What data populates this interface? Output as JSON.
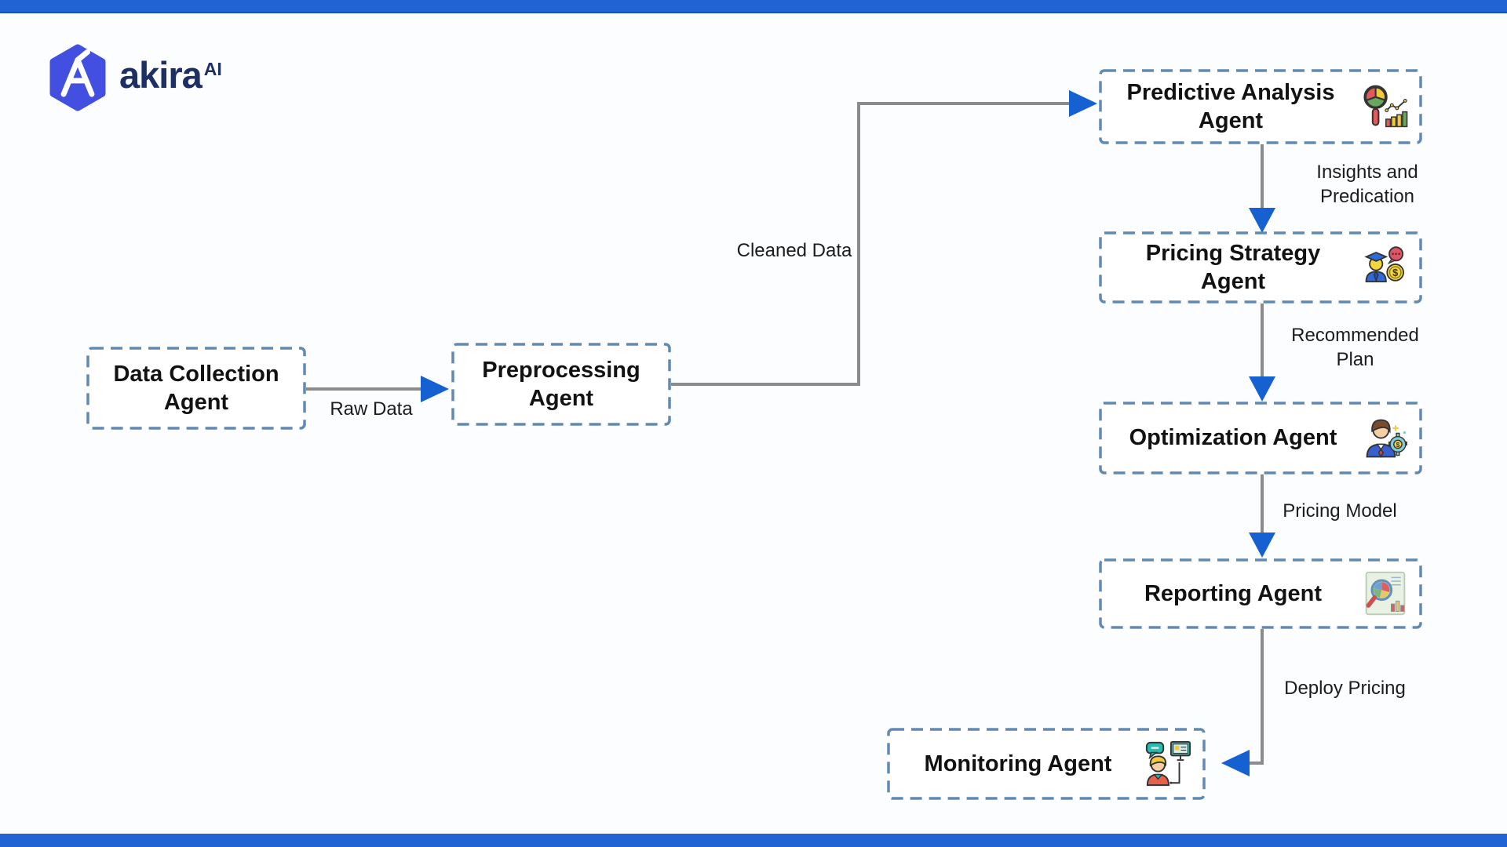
{
  "brand": {
    "name": "akira",
    "superscript": "AI",
    "logo_icon": "hexagon-a-logo"
  },
  "nodes": [
    {
      "id": "data-collection",
      "label": "Data Collection Agent"
    },
    {
      "id": "preprocessing",
      "label": "Preprocessing Agent"
    },
    {
      "id": "predictive-analysis",
      "label": "Predictive Analysis Agent",
      "icon": "magnifier-pie-chart-icon"
    },
    {
      "id": "pricing-strategy",
      "label": "Pricing Strategy Agent",
      "icon": "person-coin-chat-icon"
    },
    {
      "id": "optimization",
      "label": "Optimization Agent",
      "icon": "businessman-gear-icon"
    },
    {
      "id": "reporting",
      "label": "Reporting Agent",
      "icon": "report-magnifier-icon"
    },
    {
      "id": "monitoring",
      "label": "Monitoring Agent",
      "icon": "person-monitor-chat-icon"
    }
  ],
  "edges": [
    {
      "from": "data-collection",
      "to": "preprocessing",
      "label": "Raw Data"
    },
    {
      "from": "preprocessing",
      "to": "predictive-analysis",
      "label": "Cleaned Data"
    },
    {
      "from": "predictive-analysis",
      "to": "pricing-strategy",
      "label": "Insights and Predication"
    },
    {
      "from": "pricing-strategy",
      "to": "optimization",
      "label": "Recommended Plan"
    },
    {
      "from": "optimization",
      "to": "reporting",
      "label": "Pricing Model"
    },
    {
      "from": "reporting",
      "to": "monitoring",
      "label": "Deploy Pricing"
    }
  ],
  "icon_glyphs": {
    "currency_symbol": "$"
  },
  "colors": {
    "bar_blue": "#2263d4",
    "arrow_blue": "#1661d1",
    "dash_border": "#6289b3",
    "connector_gray": "#8b8b8b",
    "logo_blue": "#434fe0",
    "brand_navy": "#1e2f63"
  }
}
